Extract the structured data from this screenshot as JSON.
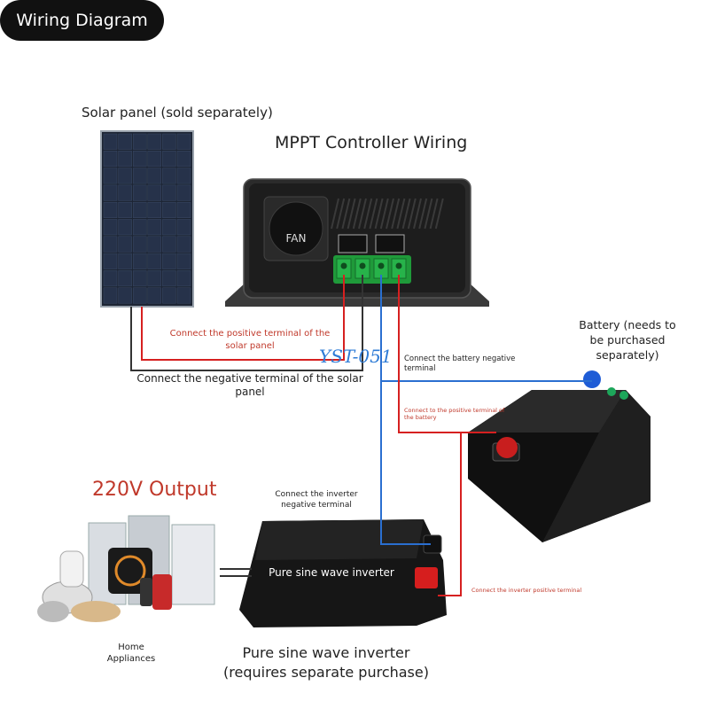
{
  "title": "Wiring Diagram",
  "solar_panel_label": "Solar panel (sold separately)",
  "controller_title": "MPPT Controller Wiring",
  "controller_fan_label": "FAN",
  "battery_label_lines": [
    "Battery (needs to",
    "be purchased",
    "separately)"
  ],
  "notes": {
    "solar_positive": [
      "Connect the positive terminal of the",
      "solar panel"
    ],
    "solar_negative": [
      "Connect the negative terminal of the solar",
      "panel"
    ],
    "battery_negative": [
      "Connect the battery negative",
      "terminal"
    ],
    "battery_positive": [
      "Connect to the positive terminal of",
      "the battery"
    ],
    "inverter_negative": [
      "Connect the inverter",
      "negative terminal"
    ],
    "inverter_positive": "Connect the inverter positive terminal"
  },
  "watermark": "YST-051",
  "output_label": "220V Output",
  "appliances_label_lines": [
    "Home",
    "Appliances"
  ],
  "inverter_face_label": "Pure sine wave inverter",
  "inverter_caption_lines": [
    "Pure sine wave inverter",
    "(requires separate purchase)"
  ],
  "colors": {
    "positive_wire": "#d62020",
    "negative_wire": "#333333",
    "battery_negative_wire": "#2a6fd0",
    "output_red": "#c0392b"
  }
}
